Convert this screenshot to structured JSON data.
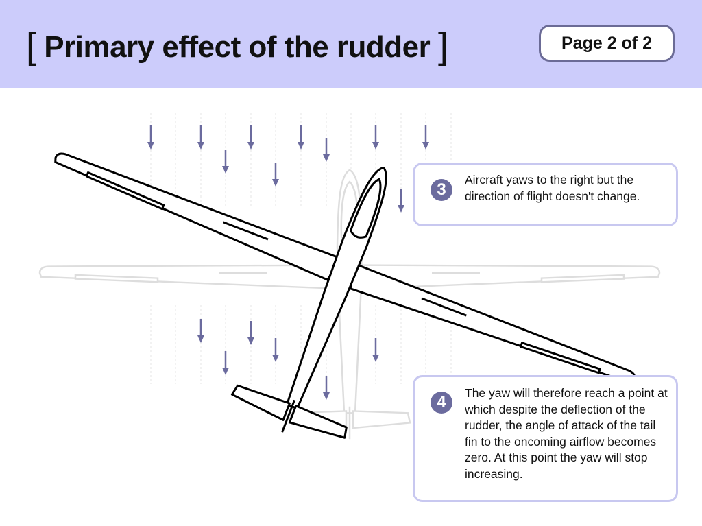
{
  "header": {
    "bracket_open": "[",
    "title": "Primary effect of the rudder",
    "bracket_close": "]",
    "page_indicator": "Page 2 of 2"
  },
  "callouts": [
    {
      "number": "3",
      "text": "Aircraft yaws to the right but the direction of flight doesn't change."
    },
    {
      "number": "4",
      "text": "The yaw will therefore reach a point at which despite the deflection of the rudder, the angle of attack of the tail fin to the oncoming airflow becomes zero. At this point the yaw will stop increasing."
    }
  ],
  "colors": {
    "header_bg": "#ccccfb",
    "accent": "#6b6b9e",
    "arrow": "#6b6b9e",
    "ghost": "#dddddd"
  }
}
